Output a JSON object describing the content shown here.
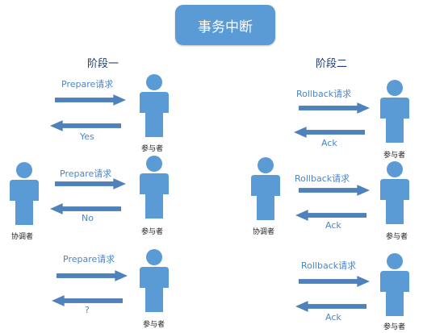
{
  "title": "事务中断",
  "phase1": {
    "label": "阶段一",
    "coordinator": "协调者",
    "rows": [
      {
        "request": "Prepare请求",
        "response": "Yes",
        "participant": "参与者"
      },
      {
        "request": "Prepare请求",
        "response": "No",
        "participant": "参与者"
      },
      {
        "request": "Prepare请求",
        "response": "?",
        "participant": "参与者"
      }
    ]
  },
  "phase2": {
    "label": "阶段二",
    "coordinator": "协调者",
    "rows": [
      {
        "request": "Rollback请求",
        "response": "Ack",
        "participant": "参与者"
      },
      {
        "request": "Rollback请求",
        "response": "Ack",
        "participant": "参与者"
      },
      {
        "request": "Rollback请求",
        "response": "Ack",
        "participant": "参与者"
      }
    ]
  },
  "colors": {
    "person": "#5b9bd5",
    "arrow": "#4f81bd",
    "title_bg": "#5b9bd5"
  }
}
